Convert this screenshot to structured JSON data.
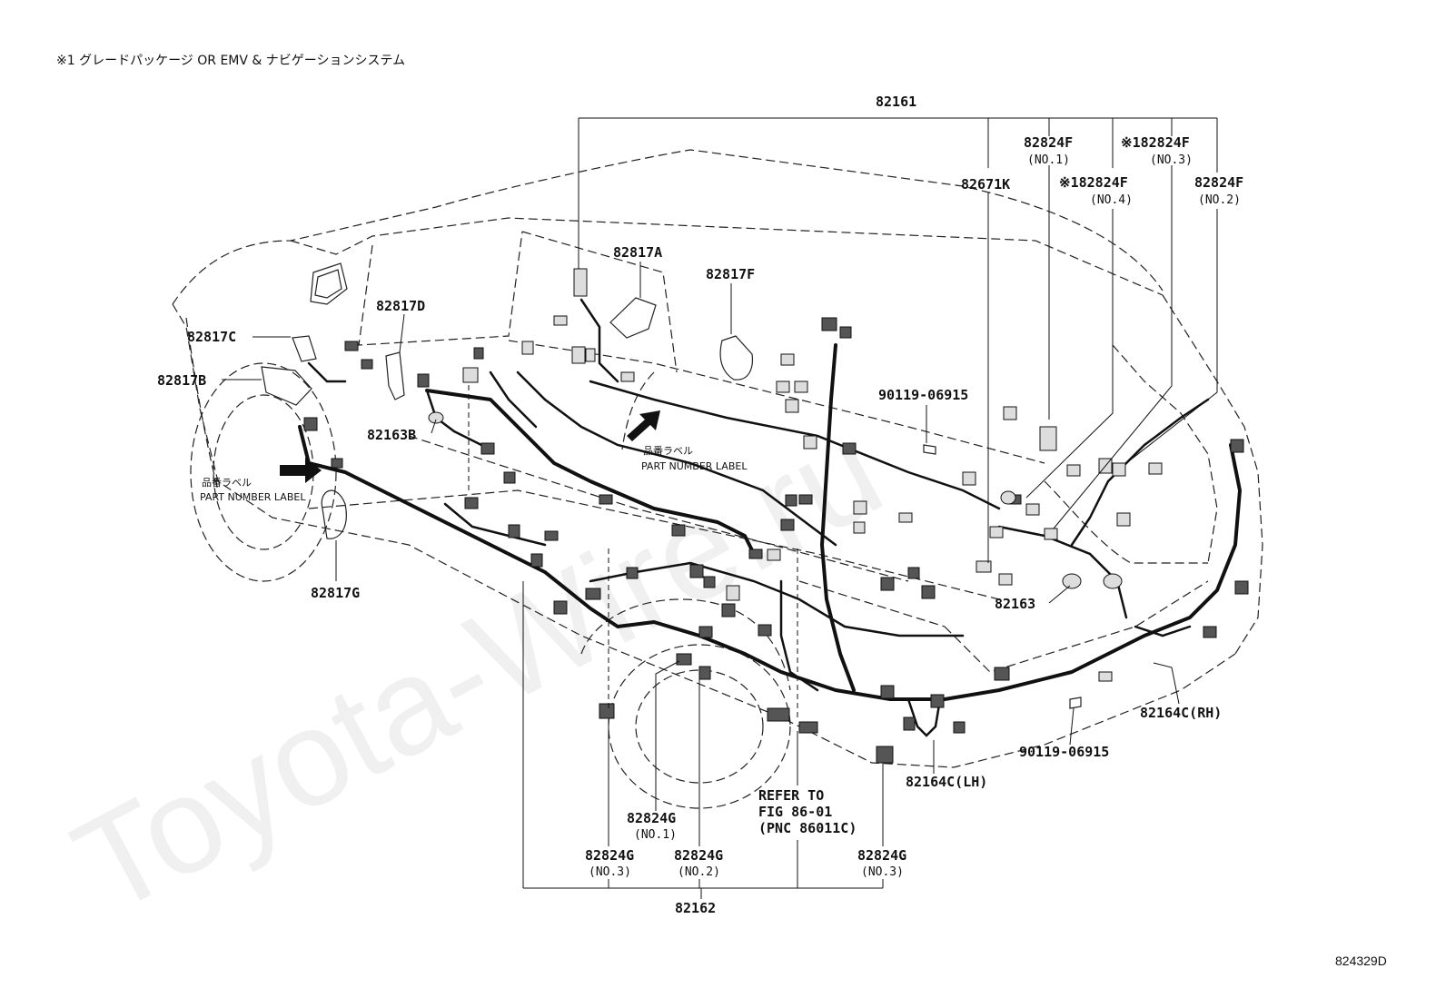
{
  "header_note": "※1 グレードパッケージ OR EMV & ナビゲーションシステム",
  "figure_code": "824329D",
  "watermark": "Toyota-Wire.ru",
  "labels": {
    "p82161": "82161",
    "p82162": "82162",
    "p82671K": "82671K",
    "p82824F_no1": "82824F",
    "p82824F_no1_sub": "(NO.1)",
    "p82824F_no3": "※182824F",
    "p82824F_no3_sub": "(NO.3)",
    "p82824F_no4": "※182824F",
    "p82824F_no4_sub": "(NO.4)",
    "p82824F_no2": "82824F",
    "p82824F_no2_sub": "(NO.2)",
    "p82817A": "82817A",
    "p82817F": "82817F",
    "p82817D": "82817D",
    "p82817C": "82817C",
    "p82817B": "82817B",
    "p82163B": "82163B",
    "p82817G": "82817G",
    "p90119_top": "90119-06915",
    "p90119_bottom": "90119-06915",
    "p82163": "82163",
    "p82164C_RH": "82164C(RH)",
    "p82164C_LH": "82164C(LH)",
    "refer_1": "REFER TO",
    "refer_2": "FIG 86-01",
    "refer_3": "(PNC 86011C)",
    "p82824G_no1": "82824G",
    "p82824G_no1_sub": "(NO.1)",
    "p82824G_no3a": "82824G",
    "p82824G_no3a_sub": "(NO.3)",
    "p82824G_no2": "82824G",
    "p82824G_no2_sub": "(NO.2)",
    "p82824G_no3b": "82824G",
    "p82824G_no3b_sub": "(NO.3)",
    "label_jp_left": "品番ラベル",
    "label_en_left": "PART NUMBER LABEL",
    "label_jp_mid": "品番ラベル",
    "label_en_mid": "PART NUMBER LABEL"
  }
}
